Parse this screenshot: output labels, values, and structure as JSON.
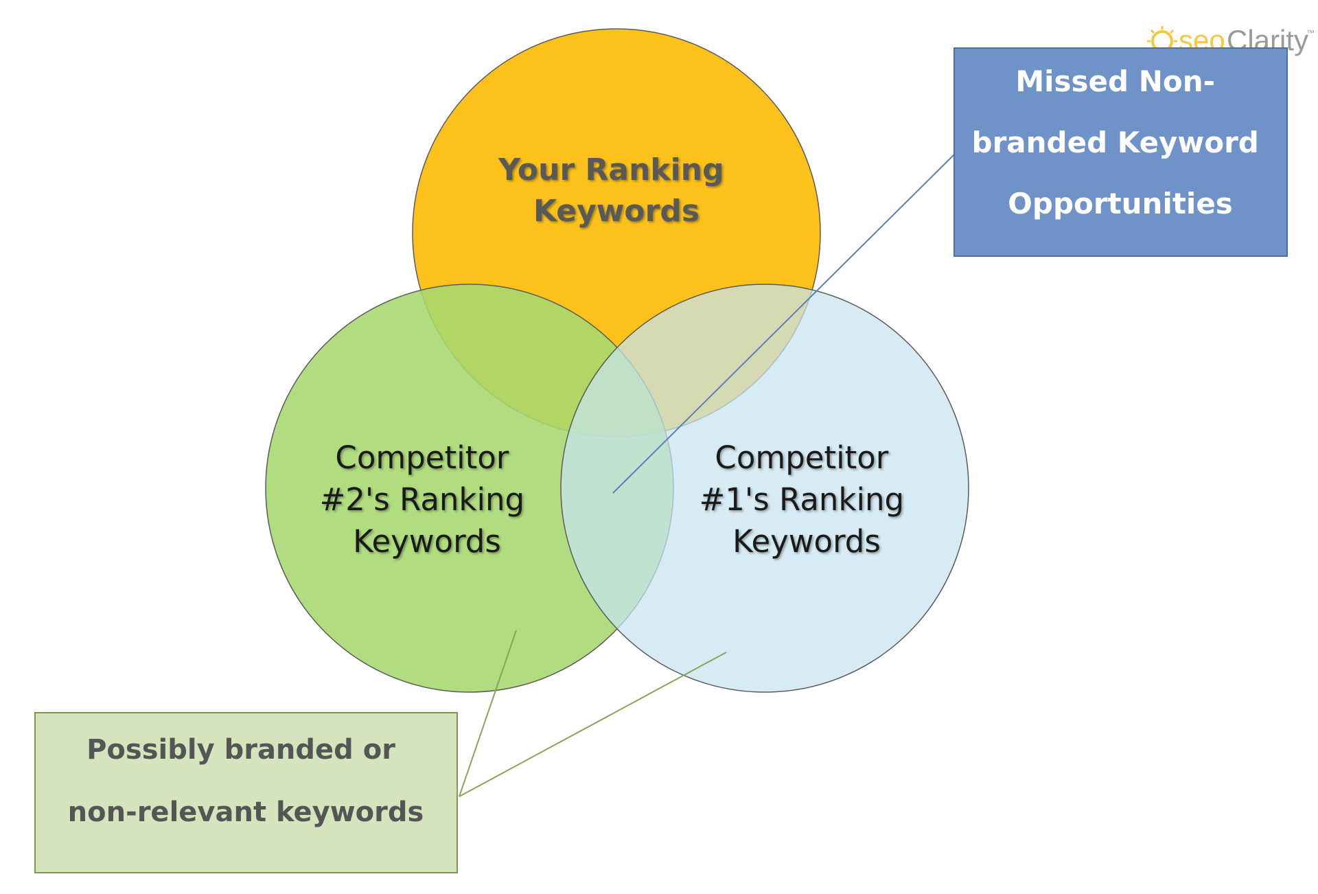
{
  "logo": {
    "text_seo": "seo",
    "text_clarity": "Clarity",
    "trademark": "™",
    "colors": {
      "seo": "#f5c842",
      "clarity": "#9a9a9a"
    }
  },
  "circles": {
    "you": {
      "lines": [
        "Your Ranking",
        "Keywords"
      ],
      "fill": "#fcc21b",
      "text_color": "#595959"
    },
    "competitor2": {
      "lines": [
        "Competitor",
        "#2's Ranking",
        "Keywords"
      ],
      "fill": "#a6d86e",
      "text_color": "#1a1a1a"
    },
    "competitor1": {
      "lines": [
        "Competitor",
        "#1's Ranking",
        "Keywords"
      ],
      "fill": "#c6e3ef",
      "text_color": "#1a1a1a"
    }
  },
  "callouts": {
    "missed": {
      "lines": [
        "Missed Non-",
        "branded Keyword",
        "Opportunities"
      ],
      "fill": "#6f93c9",
      "border": "#4a6fa5",
      "text_color": "#ffffff"
    },
    "branded": {
      "lines": [
        "Possibly branded or",
        "non-relevant keywords"
      ],
      "fill": "#d6e4bd",
      "border": "#7a9a4a",
      "text_color": "#555555"
    }
  }
}
